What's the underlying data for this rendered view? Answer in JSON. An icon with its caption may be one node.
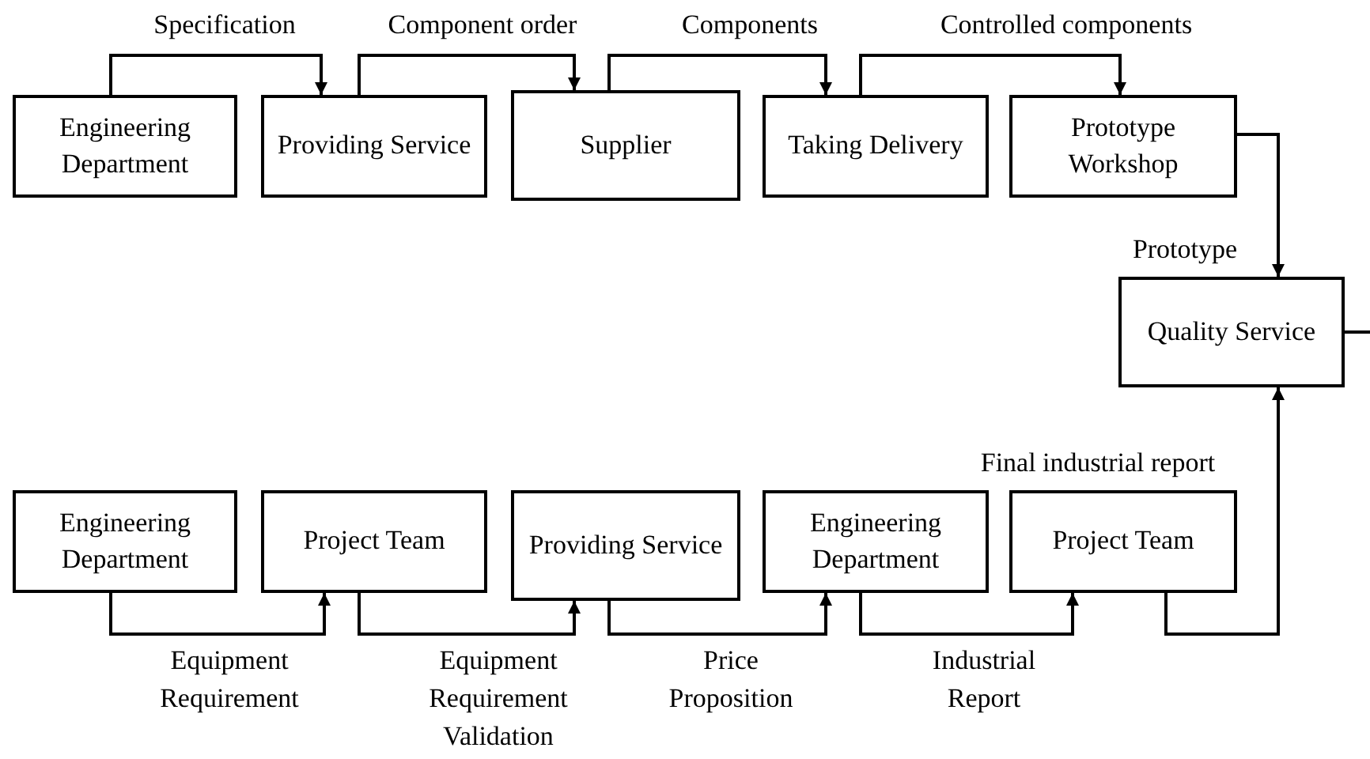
{
  "diagram": {
    "nodes": [
      {
        "text": [
          "Engineering Department"
        ]
      },
      {
        "text": [
          "Providing Service"
        ]
      },
      {
        "text": [
          "Supplier"
        ]
      },
      {
        "text": [
          "Taking Delivery"
        ]
      },
      {
        "text": [
          "Prototype Workshop"
        ]
      },
      {
        "text": [
          "Quality Service"
        ]
      },
      {
        "text": [
          "Engineering Department"
        ]
      },
      {
        "text": [
          "Project Team"
        ]
      },
      {
        "text": [
          "Providing Service"
        ]
      },
      {
        "text": [
          "Engineering Department"
        ]
      },
      {
        "text": [
          "Project Team"
        ]
      }
    ],
    "edges": [
      {
        "from": 0,
        "to": 1,
        "arrow": "to",
        "label": "Specification"
      },
      {
        "from": 1,
        "to": 2,
        "arrow": "to",
        "label": "Component order"
      },
      {
        "from": 2,
        "to": 3,
        "arrow": "to",
        "label": "Components"
      },
      {
        "from": 3,
        "to": 4,
        "arrow": "to",
        "label": "Controlled components"
      },
      {
        "from": 4,
        "to": 5,
        "arrow": "to",
        "label": "Prototype"
      },
      {
        "from": 6,
        "to": 7,
        "arrow": "to",
        "label": "Equipment Requirement"
      },
      {
        "from": 7,
        "to": 8,
        "arrow": "to",
        "label": "Equipment Requirement Validation"
      },
      {
        "from": 8,
        "to": 9,
        "arrow": "to",
        "label": "Price Proposition"
      },
      {
        "from": 9,
        "to": 10,
        "arrow": "to",
        "label": "Industrial Report"
      },
      {
        "from": 10,
        "to": 5,
        "arrow": "to",
        "label": "Final industrial report"
      },
      {
        "from": 5,
        "to": null,
        "arrow": "none"
      }
    ]
  }
}
